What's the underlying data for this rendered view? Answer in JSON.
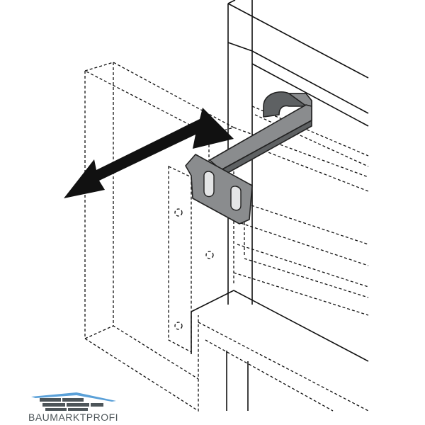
{
  "figure": {
    "subject": "drawer-front-fixing-bracket",
    "direction_indicator": "double-headed-arrow"
  },
  "logo": {
    "brand_text": "BAUMARKTPROFI",
    "primary_color": "#4d5559",
    "accent_color": "#5aa0d8"
  },
  "colors": {
    "line": "#111111",
    "bracket": "#8a8c8e",
    "bracket_shadow": "#5e6163",
    "background": "#ffffff"
  }
}
